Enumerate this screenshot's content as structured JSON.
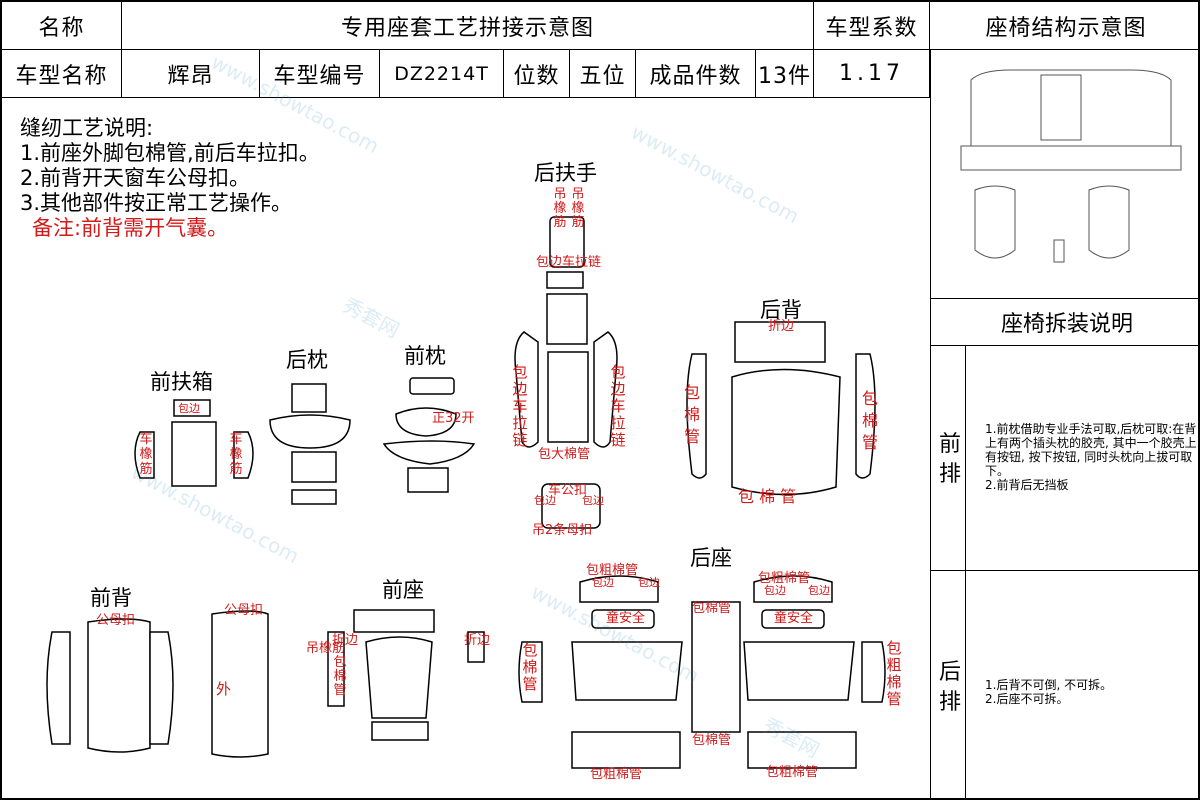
{
  "header": {
    "name_label": "名称",
    "title": "专用座套工艺拼接示意图",
    "coef_label": "车型系数",
    "structure_label": "座椅结构示意图",
    "model_name_label": "车型名称",
    "model_name": "辉昂",
    "model_code_label": "车型编号",
    "model_code": "DZ2214T",
    "seats_label": "位数",
    "seats": "五位",
    "pieces_label": "成品件数",
    "pieces": "13件",
    "coef": "1.17"
  },
  "notes": {
    "heading": "缝纫工艺说明:",
    "items": [
      "1.前座外脚包棉管,前后车拉扣。",
      "2.前背开天窗车公母扣。",
      "3.其他部件按正常工艺操作。"
    ],
    "remark": "备注:前背需开气囊。"
  },
  "sections": {
    "rear_armrest": "后扶手",
    "rear_back": "后背",
    "front_armbox": "前扶箱",
    "rear_pillow": "后枕",
    "front_pillow": "前枕",
    "front_back": "前背",
    "front_seat": "前座",
    "rear_seat": "后座"
  },
  "labels": {
    "diao1": "吊橡筋",
    "diao2": "吊橡筋",
    "wrap_zipper": "包边车拉链",
    "wrap_zip_left": "包边车拉链",
    "wrap_zip_right": "包边车拉链",
    "wrap_big_pipe": "包大棉管",
    "male_female": "车公扣",
    "wrap_edge_a": "包边",
    "wrap_edge_b": "包边",
    "hang_female": "吊2条母扣",
    "fold_edge_top": "折边",
    "wrap_pipe_left": "包棉管",
    "wrap_pipe_right": "包棉管",
    "wrap_pipe_bottom": "包  棉  管",
    "armbox_wrap": "包边",
    "armbox_left": "车橡筋",
    "armbox_right": "车橡筋",
    "pillow_open": "正32开",
    "fb_male_female": "公母扣",
    "fb_male_female2": "公母扣",
    "fb_outer": "外",
    "fs_diao": "吊橡筋",
    "fs_fold": "折边",
    "fs_wrap": "包棉管",
    "fs_fold2": "折边",
    "rs_thick_left": "包粗棉管",
    "rs_thick_right": "包粗棉管",
    "rs_edge1": "包边",
    "rs_edge2": "包边",
    "rs_edge3": "包边",
    "rs_edge4": "包边",
    "rs_child_left": "童安全",
    "rs_child_right": "童安全",
    "rs_wrap_left": "包棉管",
    "rs_wrap_mid": "包棉管",
    "rs_wrap_mid2": "包棉管",
    "rs_thick_right_v": "包粗棉管",
    "rs_thick_bottom_l": "包粗棉管",
    "rs_thick_bottom_r": "包粗棉管"
  },
  "right_panel": {
    "disassembly_title": "座椅拆装说明",
    "front_row_label": "前排",
    "front_row_text": "1.前枕借助专业手法可取,后枕可取:在背上有两个插头枕的胶壳, 其中一个胶壳上有按钮, 按下按钮, 同时头枕向上拔可取下。\n2.前背后无挡板",
    "rear_row_label": "后排",
    "rear_row_text": "1.后背不可倒, 不可拆。\n2.后座不可拆。"
  },
  "watermark": {
    "text_cn": "秀套网",
    "text_en": "www.showtao.com"
  },
  "colors": {
    "label_red": "#d11a1a",
    "watermark": "#3c96c8"
  }
}
